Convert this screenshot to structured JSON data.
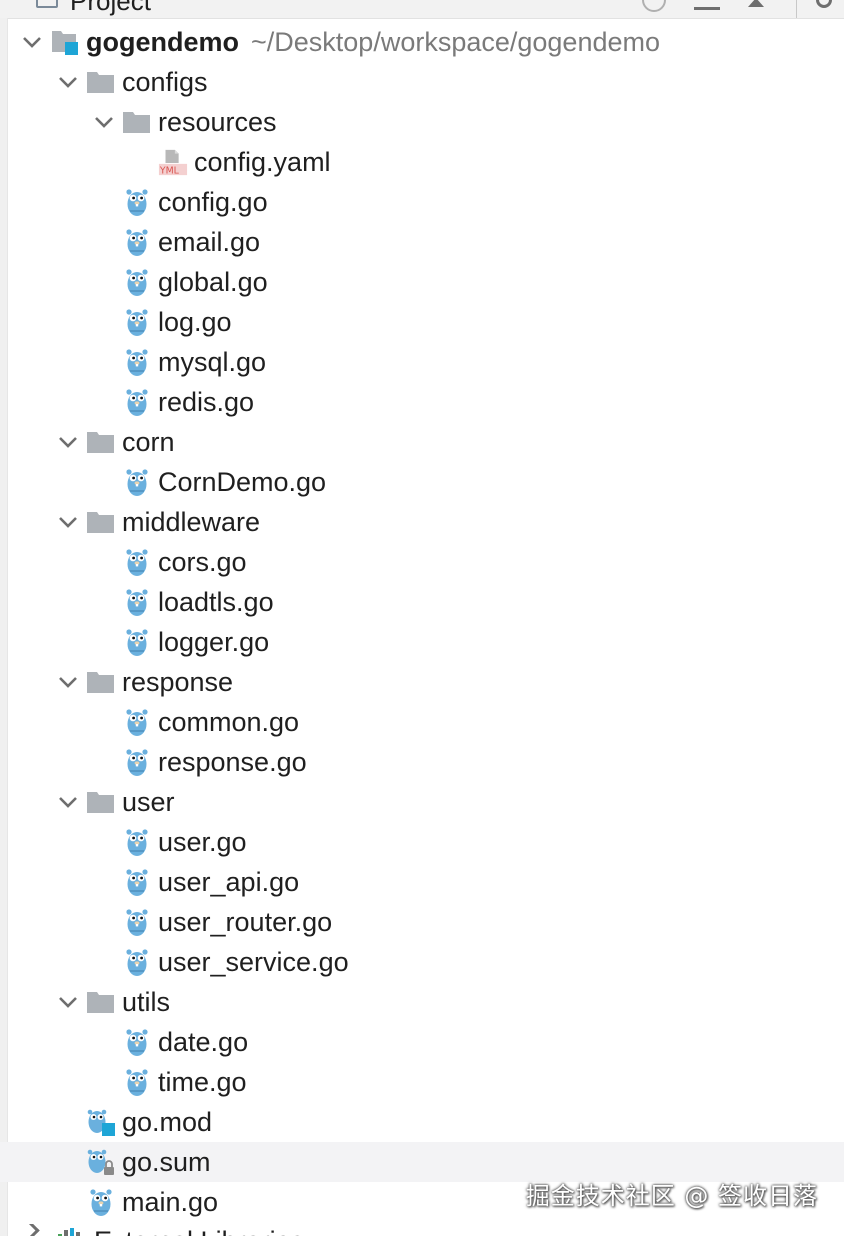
{
  "header": {
    "title": "Project"
  },
  "root": {
    "name": "gogendemo",
    "path": "~/Desktop/workspace/gogendemo"
  },
  "tree": [
    {
      "label": "configs",
      "type": "folder",
      "level": 1,
      "expanded": true
    },
    {
      "label": "resources",
      "type": "folder",
      "level": 2,
      "expanded": true
    },
    {
      "label": "config.yaml",
      "type": "yaml",
      "level": 3
    },
    {
      "label": "config.go",
      "type": "go",
      "level": 2
    },
    {
      "label": "email.go",
      "type": "go",
      "level": 2
    },
    {
      "label": "global.go",
      "type": "go",
      "level": 2
    },
    {
      "label": "log.go",
      "type": "go",
      "level": 2
    },
    {
      "label": "mysql.go",
      "type": "go",
      "level": 2
    },
    {
      "label": "redis.go",
      "type": "go",
      "level": 2
    },
    {
      "label": "corn",
      "type": "folder",
      "level": 1,
      "expanded": true
    },
    {
      "label": "CornDemo.go",
      "type": "go",
      "level": 2
    },
    {
      "label": "middleware",
      "type": "folder",
      "level": 1,
      "expanded": true
    },
    {
      "label": "cors.go",
      "type": "go",
      "level": 2
    },
    {
      "label": "loadtls.go",
      "type": "go",
      "level": 2
    },
    {
      "label": "logger.go",
      "type": "go",
      "level": 2
    },
    {
      "label": "response",
      "type": "folder",
      "level": 1,
      "expanded": true
    },
    {
      "label": "common.go",
      "type": "go",
      "level": 2
    },
    {
      "label": "response.go",
      "type": "go",
      "level": 2
    },
    {
      "label": "user",
      "type": "folder",
      "level": 1,
      "expanded": true
    },
    {
      "label": "user.go",
      "type": "go",
      "level": 2
    },
    {
      "label": "user_api.go",
      "type": "go",
      "level": 2
    },
    {
      "label": "user_router.go",
      "type": "go",
      "level": 2
    },
    {
      "label": "user_service.go",
      "type": "go",
      "level": 2
    },
    {
      "label": "utils",
      "type": "folder",
      "level": 1,
      "expanded": true
    },
    {
      "label": "date.go",
      "type": "go",
      "level": 2
    },
    {
      "label": "time.go",
      "type": "go",
      "level": 2
    },
    {
      "label": "go.mod",
      "type": "gomod",
      "level": 1
    },
    {
      "label": "go.sum",
      "type": "gosum",
      "level": 1,
      "hover": true
    },
    {
      "label": "main.go",
      "type": "go",
      "level": 1
    }
  ],
  "footer_item": {
    "label": "External Libraries"
  },
  "icons": {
    "folder": "folder-icon",
    "go": "gopher-file-icon",
    "yaml": "yaml-file-icon",
    "gomod": "go-mod-icon",
    "gosum": "go-sum-icon"
  },
  "colors": {
    "folder": "#aeb3b8",
    "gopher": "#6ab0de",
    "module_accent": "#1ea5d6",
    "yaml_label": "#d9534f",
    "path_text": "#7a7a7a"
  },
  "watermark": "掘金技术社区 @ 签收日落"
}
